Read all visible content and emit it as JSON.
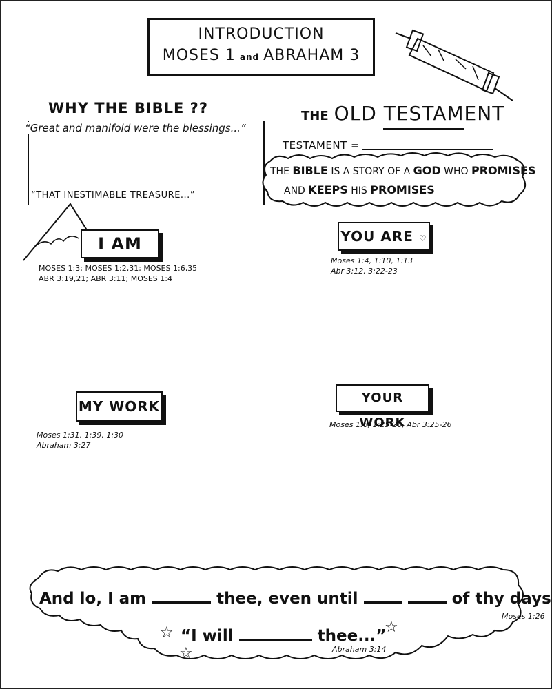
{
  "title": {
    "line1": "INTRODUCTION",
    "moses": "MOSES 1",
    "and": "and",
    "abraham": "ABRAHAM 3"
  },
  "why_bible": {
    "heading": "WHY THE BIBLE ??",
    "quote1": "“Great and manifold were the blessings...”",
    "quote2": "“THAT INESTIMABLE TREASURE...”"
  },
  "old_testament": {
    "the": "THE",
    "title": "OLD TESTAMENT",
    "testament_label": "TESTAMENT =",
    "promise_line1": {
      "a": "THE",
      "bible": "BIBLE",
      "b": "IS A STORY OF A",
      "god": "GOD",
      "c": "WHO",
      "promises": "PROMISES"
    },
    "promise_line2": {
      "a": "AND",
      "keeps": "KEEPS",
      "b": "HIS",
      "promises": "PROMISES"
    }
  },
  "i_am": {
    "label": "I AM",
    "refs_line1": "MOSES 1:3; MOSES 1:2,31; MOSES 1:6,35",
    "refs_line2": "ABR 3:19,21; ABR 3:11; MOSES 1:4"
  },
  "you_are": {
    "label": "YOU ARE",
    "refs_line1": "Moses 1:4, 1:10, 1:13",
    "refs_line2": "Abr 3:12, 3:22-23"
  },
  "my_work": {
    "label": "MY WORK",
    "refs_line1": "Moses 1:31, 1:39, 1:30",
    "refs_line2": "Abraham 3:27"
  },
  "your_work": {
    "label": "YOUR WORK",
    "refs_line1": "Moses 1:6, 1:25-26, Abr 3:25-26"
  },
  "fill_in": {
    "line1_a": "And lo, I am",
    "line1_b": "thee, even until",
    "line1_c": "of thy days...",
    "ref1": "Moses 1:26",
    "line2_a": "“I will",
    "line2_b": "thee...”",
    "ref2": "Abraham 3:14",
    "star_glyph": "☆"
  }
}
